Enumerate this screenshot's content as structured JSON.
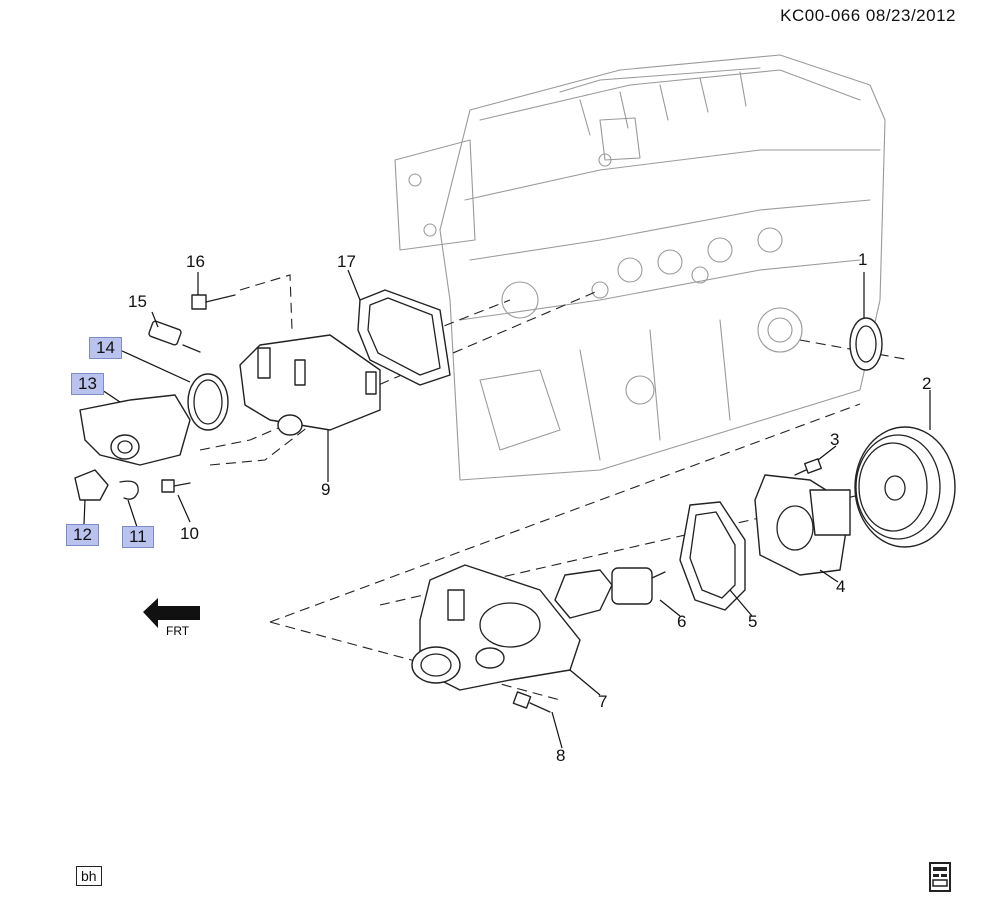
{
  "header": {
    "code": "KC00-066  08/23/2012"
  },
  "callouts": [
    {
      "id": "c1",
      "label": "1",
      "highlight": false
    },
    {
      "id": "c2",
      "label": "2",
      "highlight": false
    },
    {
      "id": "c3",
      "label": "3",
      "highlight": false
    },
    {
      "id": "c4",
      "label": "4",
      "highlight": false
    },
    {
      "id": "c5",
      "label": "5",
      "highlight": false
    },
    {
      "id": "c6",
      "label": "6",
      "highlight": false
    },
    {
      "id": "c7",
      "label": "7",
      "highlight": false
    },
    {
      "id": "c8",
      "label": "8",
      "highlight": false
    },
    {
      "id": "c9",
      "label": "9",
      "highlight": false
    },
    {
      "id": "c10",
      "label": "10",
      "highlight": false
    },
    {
      "id": "c11",
      "label": "11",
      "highlight": true
    },
    {
      "id": "c12",
      "label": "12",
      "highlight": true
    },
    {
      "id": "c13",
      "label": "13",
      "highlight": true
    },
    {
      "id": "c14",
      "label": "14",
      "highlight": true
    },
    {
      "id": "c15",
      "label": "15",
      "highlight": false
    },
    {
      "id": "c16",
      "label": "16",
      "highlight": false
    },
    {
      "id": "c17",
      "label": "17",
      "highlight": false
    }
  ],
  "front_arrow": {
    "label": "FRT"
  },
  "footer": {
    "left_badge": "bh",
    "right_icon": "document-icon"
  },
  "colors": {
    "highlight": "#b9c3ee",
    "line": "#222222"
  }
}
